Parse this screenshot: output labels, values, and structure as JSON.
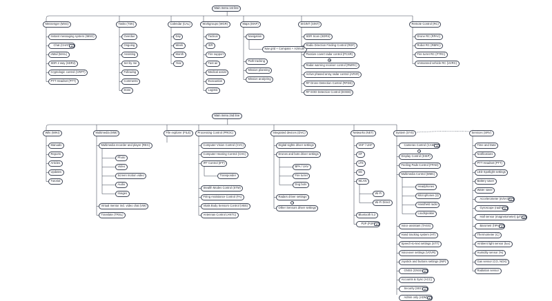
{
  "diagram": {
    "title_1": "Main menu 1st line",
    "title_2": "Main menu 2nd line",
    "line_color": "#3b4252",
    "node_fill": "#ffffff",
    "root_fill": "#f4f5f7",
    "badge_ip": "IP"
  },
  "line1": {
    "root": "Main menu 1st line",
    "branches": [
      {
        "label": "Messenger (MSG)",
        "children": [
          {
            "label": "Instant messaging system (IMSG)"
          },
          {
            "label": "Chat (CHAT)",
            "badge": "IP"
          },
          {
            "label": "eMail (MAIL)"
          },
          {
            "label": "SDR 2 way (SDR2)"
          },
          {
            "label": "Cryptologic control (CRPT)"
          },
          {
            "label": "PTT Headset (PTT)"
          }
        ]
      },
      {
        "label": "Tasks (TSK)",
        "children": [
          {
            "label": "Overdue"
          },
          {
            "label": "Ongoing"
          },
          {
            "label": "Assisting"
          },
          {
            "label": "Set by me"
          },
          {
            "label": "Following"
          },
          {
            "label": "Comments"
          },
          {
            "label": "Done"
          }
        ]
      },
      {
        "label": "Calendar (CAL)",
        "children": [
          {
            "label": "Day"
          },
          {
            "label": "Week"
          },
          {
            "label": "Month"
          },
          {
            "label": "Year"
          }
        ]
      },
      {
        "label": "Workgroups (WGR)",
        "children": [
          {
            "label": "Tactical"
          },
          {
            "label": "ISR"
          },
          {
            "label": "Fire support"
          },
          {
            "label": "Fast air"
          },
          {
            "label": "Medical assist"
          },
          {
            "label": "Evacuation"
          },
          {
            "label": "Logistic"
          }
        ]
      },
      {
        "label": "Maps (MAP)",
        "children": [
          {
            "label": "Navigation",
            "children": [
              {
                "label": "Nav grid + Compass + Azimuth"
              }
            ]
          },
          {
            "label": "Path tracking"
          },
          {
            "label": "Mission planning"
          },
          {
            "label": "Mission analyzing"
          }
        ]
      },
      {
        "label": "SIGINT (SINT)",
        "children": [
          {
            "label": "SDR Scan (SDRS)"
          },
          {
            "label": "Radio Direction Finding Control (RDF)"
          },
          {
            "label": "Passive covert radar control (PCSR)",
            "dot": true
          },
          {
            "label": "Radar warning receiver control (RWRC)"
          },
          {
            "label": "Active phased array radar control (APAR)"
          },
          {
            "label": "RF Drone Detection Control (RFDD)"
          },
          {
            "label": "RF EOD Detection Control (EODD)"
          }
        ]
      },
      {
        "label": "Remote Control (RC)",
        "children": [
          {
            "label": "Drone RC (RPAC)"
          },
          {
            "label": "Robot RC (RBRC)"
          },
          {
            "label": "Fire turret RC (FTRC)"
          },
          {
            "label": "Unmanned vehicle RC (UVRC)"
          }
        ]
      }
    ]
  },
  "line2": {
    "root": "Main menu 2nd line",
    "branches": [
      {
        "label": "Wiki (WIKI)",
        "children": [
          {
            "label": "Manuals"
          },
          {
            "label": "Reports"
          },
          {
            "label": "Articles"
          },
          {
            "label": "Updates"
          },
          {
            "label": "Tutorial"
          }
        ]
      },
      {
        "label": "Multimedia (MM)",
        "children": [
          {
            "label": "Multimedia recorder and player (REC)",
            "children": [
              {
                "label": "Photo"
              },
              {
                "label": "Video"
              },
              {
                "label": "Screen motion video"
              },
              {
                "label": "Audio"
              },
              {
                "label": "Images"
              }
            ]
          },
          {
            "label": "Virtual mentor incl. video chat (VM)"
          },
          {
            "label": "Translate (TRSL)"
          }
        ]
      },
      {
        "label": "File explorer (FILE)",
        "children": []
      },
      {
        "label": "Processing Control (PROC)",
        "children": [
          {
            "label": "Computer Vision Control (CVC)"
          },
          {
            "label": "Computer Hearing Control (CHC)"
          },
          {
            "label": "IFF Control (IFF)",
            "children": [
              {
                "label": "Transponder"
              }
            ]
          },
          {
            "label": "Stealth Modes Control (STM)"
          },
          {
            "label": "Firing Assistance Control (FA)"
          },
          {
            "label": "Vitals Body Sensors Control (VBS)"
          },
          {
            "label": "Antennas Control (ANTC)"
          }
        ]
      },
      {
        "label": "Integrated devices (DVC)",
        "children": [
          {
            "label": "Digital sights driver settings"
          },
          {
            "label": "Drones and bots driver settings",
            "children": [
              {
                "label": "BPA / UAV"
              },
              {
                "label": "Fire turret"
              },
              {
                "label": "Dog bots"
              }
            ]
          },
          {
            "label": "Radars driver settings",
            "dot": true
          },
          {
            "label": "Other Sensors driver settings"
          }
        ]
      },
      {
        "label": "Networks (NET)",
        "children": [
          {
            "label": "VHF / UHF"
          },
          {
            "label": "HF"
          },
          {
            "label": "LTE"
          },
          {
            "label": "5G"
          },
          {
            "label": "WLAN",
            "children": [
              {
                "label": "Wi-Fi"
              },
              {
                "label": "Wi-Fi Direct"
              }
            ]
          },
          {
            "label": "Bluetooth 5.2"
          },
          {
            "label": "P2P (P2P)",
            "badge": "IP"
          }
        ]
      },
      {
        "label": "System (SYS)",
        "children": [
          {
            "label": "Cameras Control (CAM)",
            "badge": "IP",
            "dot": true
          },
          {
            "label": "Display Control (DISP)"
          },
          {
            "label": "Feeling Pads Control (FPAD)"
          },
          {
            "label": "Multimedia Control (MMC)",
            "children": [
              {
                "label": "Headphones"
              },
              {
                "label": "Microphones (3)"
              },
              {
                "label": "Handheld radio"
              },
              {
                "label": "Loudspeaker"
              }
            ]
          },
          {
            "label": "Voice assistant (TASS)"
          },
          {
            "label": "Hand tracking system (HT)"
          },
          {
            "label": "Speech-to-text settings (STT)"
          },
          {
            "label": "Voiceover settings (VOVR)"
          },
          {
            "label": "Joystick and buttons settings (INP)"
          },
          {
            "label": "GNSS (GNSS)",
            "badge": "IP"
          },
          {
            "label": "Accounts & Sync (ACC)"
          },
          {
            "label": "Security (SEC)",
            "badge": "IP"
          },
          {
            "label": "Admin only (ADM)",
            "badge": "IP"
          }
        ]
      },
      {
        "label": "Services (SRV)",
        "children": [
          {
            "label": "Time and Date"
          },
          {
            "label": "Notifications"
          },
          {
            "label": "PTT Headset (PTT)"
          },
          {
            "label": "LED Spotlight settings"
          },
          {
            "label": "Battery saver"
          },
          {
            "label": "Water saver"
          },
          {
            "label": "Accelerometer (m/s×2)",
            "badge": "IP"
          },
          {
            "label": "Gyroscope (rad/s)",
            "badge": "IP"
          },
          {
            "label": "Hall sensor (magnetometer) (µT)",
            "badge": "IP"
          },
          {
            "label": "Barometr (hPA)",
            "badge": "IP"
          },
          {
            "label": "Thermometer (C)"
          },
          {
            "label": "Ambient light sensor (lux)"
          },
          {
            "label": "Humidity sensor (%)"
          },
          {
            "label": "Gas sensor (CO, NOX)"
          },
          {
            "label": "Radiation sensor"
          }
        ]
      }
    ]
  }
}
